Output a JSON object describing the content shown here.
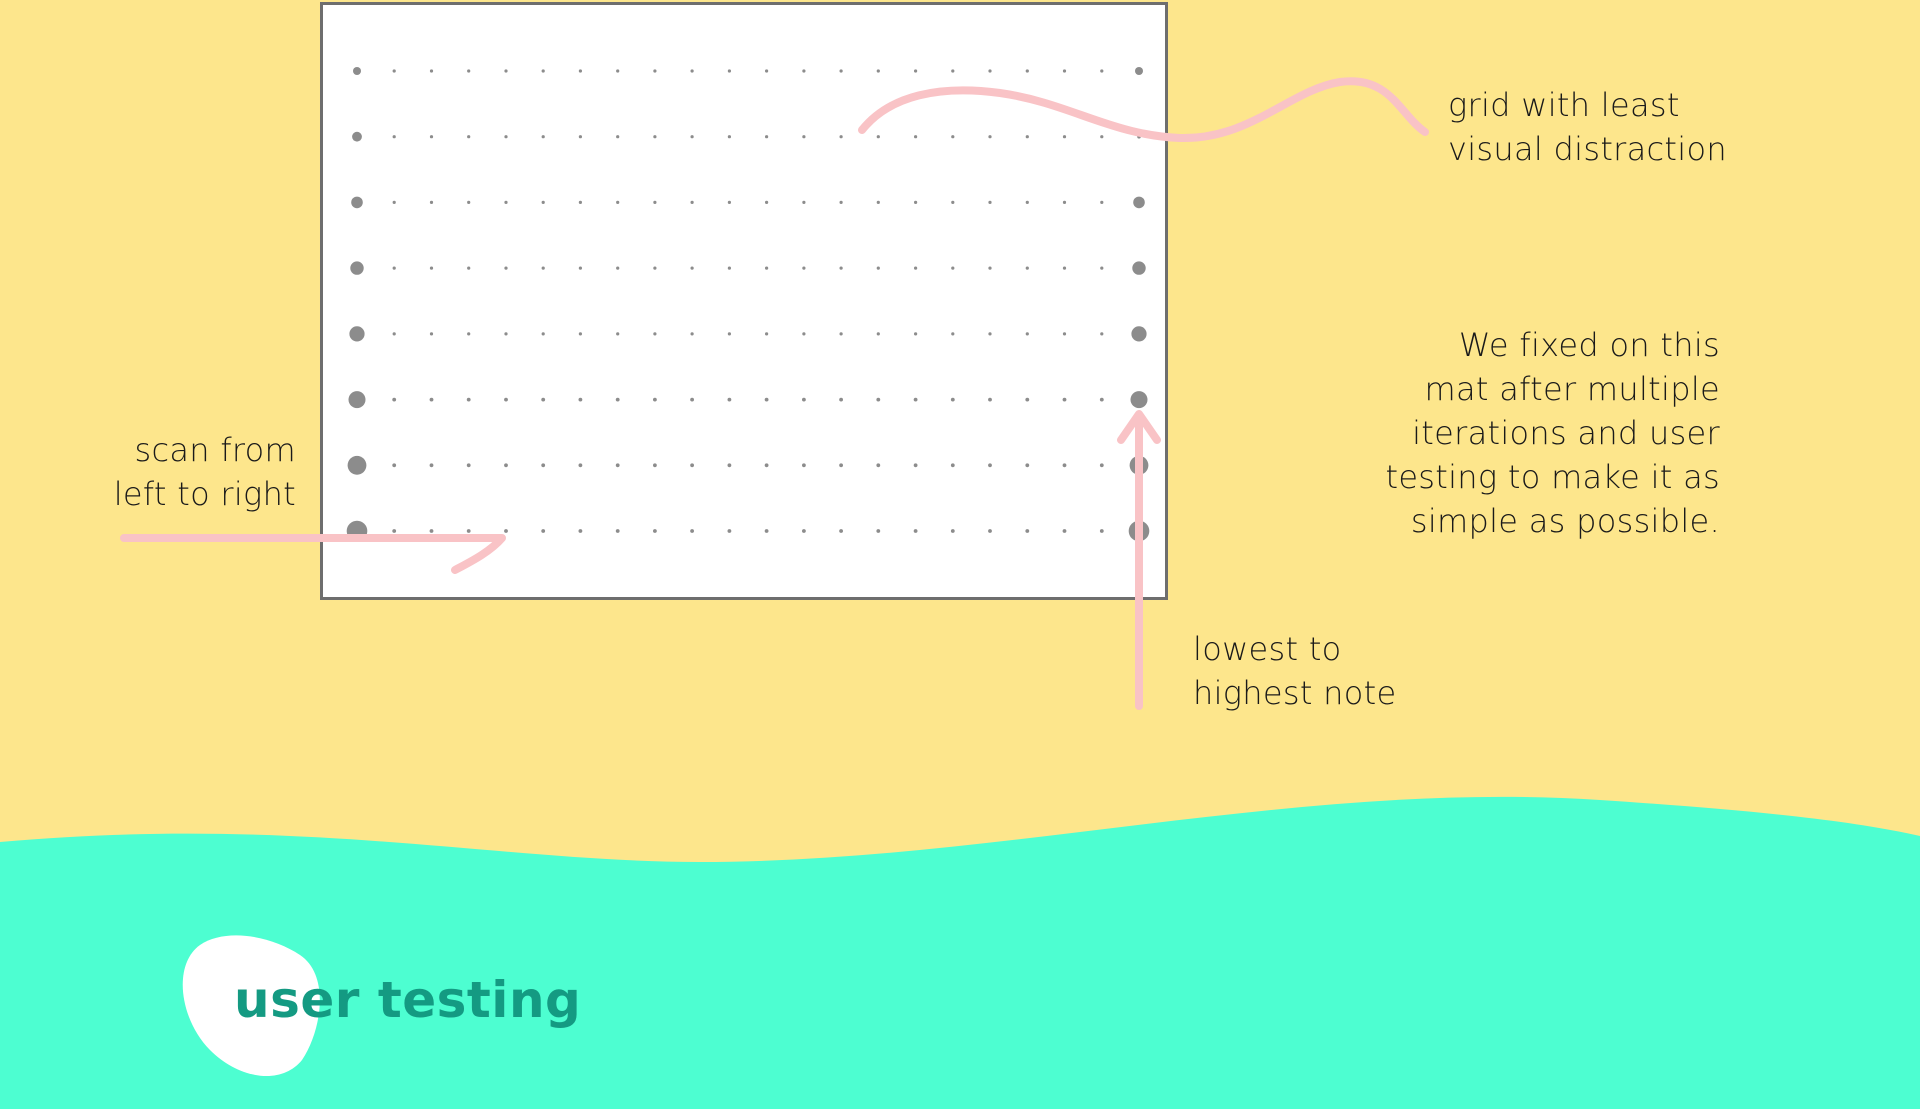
{
  "notes": {
    "scan": [
      "scan from",
      "left to right"
    ],
    "grid": [
      "grid with least",
      "visual distraction"
    ],
    "lowest": [
      "lowest to",
      "highest note"
    ],
    "fixed": [
      "We fixed on this",
      "mat after multiple",
      "iterations and user",
      "testing to make it as",
      "simple as possible."
    ]
  },
  "section_title": "user testing",
  "mat": {
    "rows": 8,
    "columns": 22
  },
  "colors": {
    "background": "#fde68c",
    "wave": "#4dfed1",
    "accent_text": "#149a82",
    "arrow": "#f9c3c6",
    "dot": "#8c8c8c",
    "mat_border": "#6e6e6e",
    "blob": "#ffffff"
  }
}
